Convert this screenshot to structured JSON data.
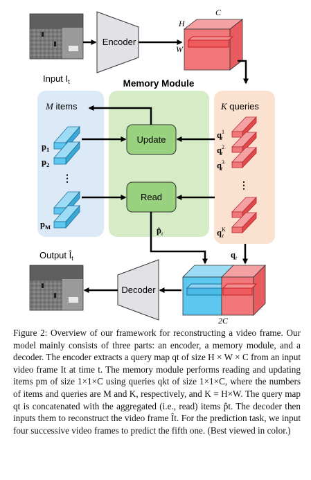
{
  "figure": {
    "input_label": "Input I",
    "input_sub": "t",
    "output_label": "Output Î",
    "output_sub": "t",
    "encoder_label": "Encoder",
    "decoder_label": "Decoder",
    "dim_h": "H",
    "dim_c": "C",
    "dim_w": "W",
    "memory_module_title": "Memory Module",
    "items_title_var": "M",
    "items_title_text": " items",
    "queries_title_var": "K",
    "queries_title_text": " queries",
    "update_label": "Update",
    "read_label": "Read",
    "item_labels": [
      "p",
      "p",
      "p"
    ],
    "item_subs": [
      "1",
      "2",
      "M"
    ],
    "query_labels": [
      "q",
      "q",
      "q",
      "q"
    ],
    "query_subs": [
      "t",
      "t",
      "t",
      "t"
    ],
    "query_sups": [
      "1",
      "2",
      "3",
      "K"
    ],
    "dots": "⋮",
    "p_hat_label": "p̂",
    "p_hat_sub": "t",
    "q_t_label": "q",
    "q_t_sub": "t",
    "concat_label": "2C"
  },
  "colors": {
    "memory_bg": "#d6ecc6",
    "items_bg": "#dce9f6",
    "queries_bg": "#fbe1cf",
    "cyan_cube": "#5cc7ef",
    "red_cube": "#f2777a",
    "op_box": "#98d27f",
    "trapezoid": "#e2e2e6"
  },
  "caption": {
    "figure_number": "Figure 2:",
    "text": "Overview of our framework for reconstructing a video frame. Our model mainly consists of three parts: an encoder, a memory module, and a decoder. The encoder extracts a query map qt of size H × W × C from an input video frame It at time t. The memory module performs reading and updating items pm of size 1×1×C using queries qkt of size 1×1×C, where the numbers of items and queries are M and K, respectively, and K = H×W. The query map qt is concatenated with the aggregated (i.e., read) items p̂t. The decoder then inputs them to reconstruct the video frame Ît. For the prediction task, we input four successive video frames to predict the fifth one. (Best viewed in color.)"
  }
}
